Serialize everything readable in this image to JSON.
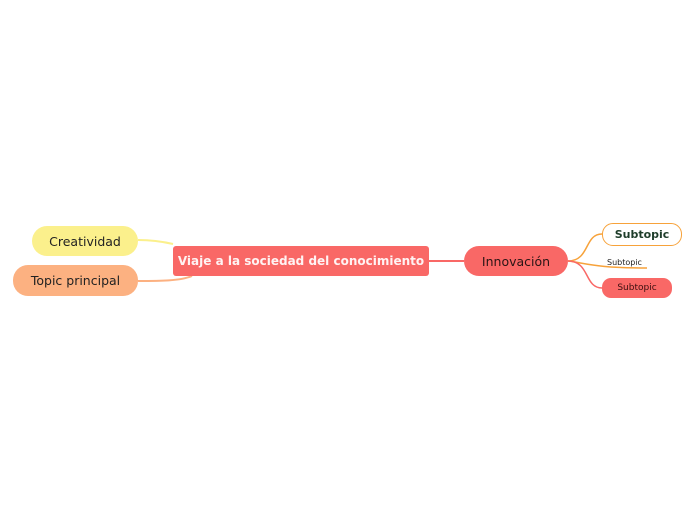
{
  "mindmap": {
    "central_topic": "Viaje  a la sociedad del conocimiento",
    "left_topics": [
      "Creatividad",
      "Topic principal"
    ],
    "right_topic": {
      "label": "Innovación",
      "subtopics": [
        "Subtopic",
        "Subtopic",
        "Subtopic"
      ]
    }
  },
  "colors": {
    "central": "#f96866",
    "creatividad": "#fbf08c",
    "topic_principal": "#fcb181",
    "innovacion": "#f96866",
    "subtopic_outline": "#f7a23a",
    "subtopic_filled": "#f96866"
  }
}
